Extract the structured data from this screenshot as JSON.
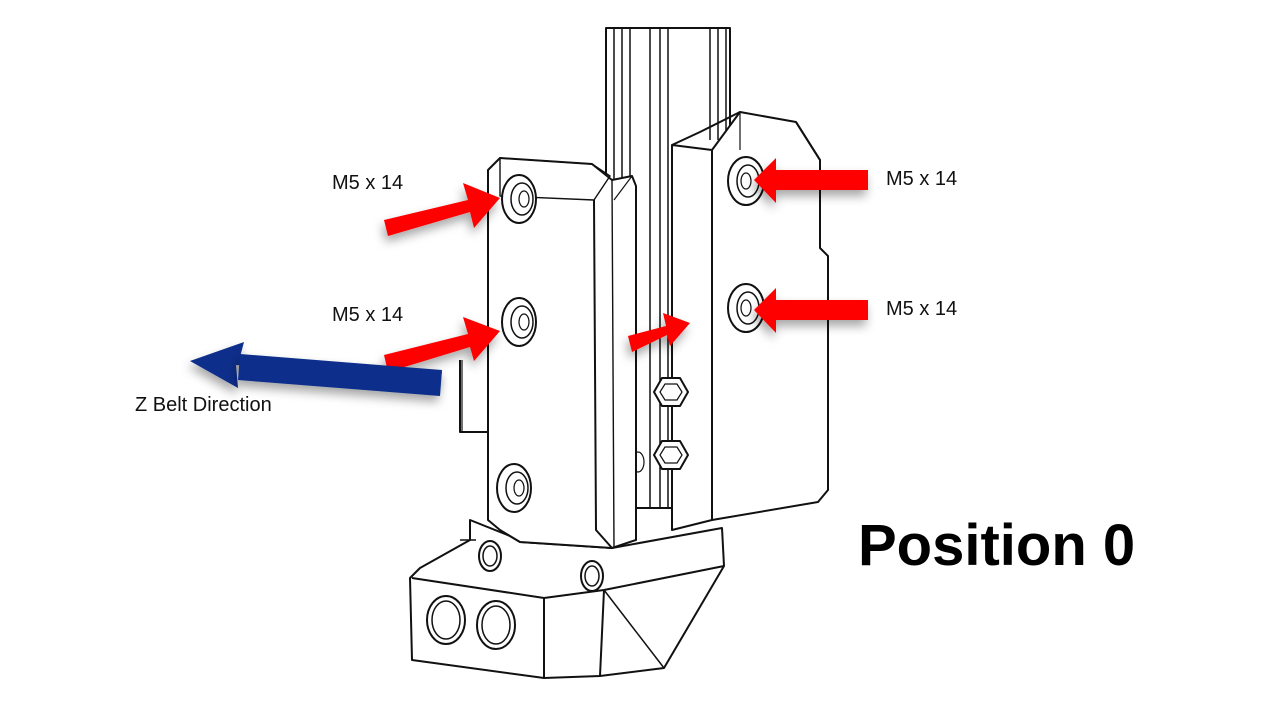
{
  "labels": {
    "screw_top_left": "M5 x 14",
    "screw_mid_left": "M5 x 14",
    "screw_top_right": "M5 x 14",
    "screw_mid_right": "M5 x 14",
    "belt_direction": "Z Belt Direction",
    "position": "Position 0"
  },
  "colors": {
    "screw_arrow": "#ff0000",
    "belt_arrow": "#0a2e8a",
    "line": "#111111",
    "fill": "#ffffff"
  },
  "icons": {
    "screw_arrow": "red-arrow-icon",
    "belt_arrow": "blue-arrow-icon"
  }
}
